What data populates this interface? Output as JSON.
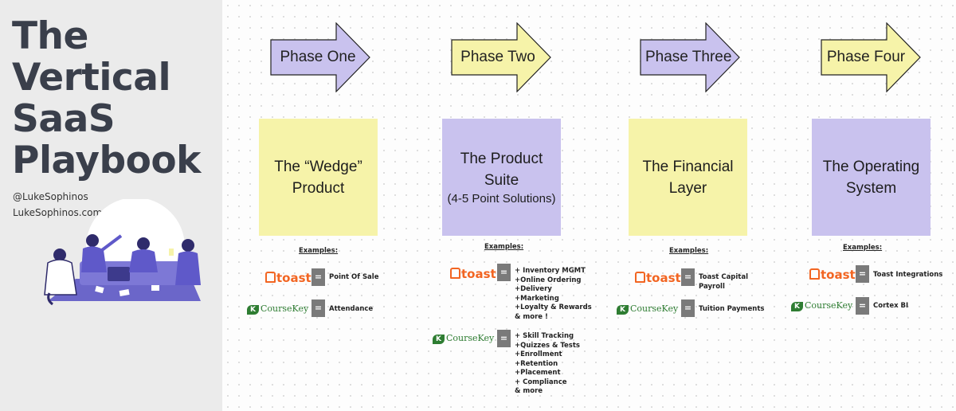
{
  "sidebar": {
    "title_lines": [
      "The",
      "Vertical",
      "SaaS",
      "Playbook"
    ],
    "handle": "@LukeSophinos",
    "website": "LukeSophinos.com"
  },
  "phases": [
    {
      "arrow_label": "Phase One",
      "note_lines": [
        "The “Wedge”",
        "Product"
      ],
      "note_sub": "",
      "examples_label": "Examples:",
      "examples": [
        {
          "logo": "toast",
          "logo_text": "toast",
          "items": [
            "Point Of Sale"
          ]
        },
        {
          "logo": "coursekey",
          "logo_text": "CourseKey",
          "items": [
            "Attendance"
          ]
        }
      ]
    },
    {
      "arrow_label": "Phase Two",
      "note_lines": [
        "The Product",
        "Suite"
      ],
      "note_sub": "(4-5 Point Solutions)",
      "examples_label": "Examples:",
      "examples": [
        {
          "logo": "toast",
          "logo_text": "toast",
          "items": [
            "+ Inventory MGMT",
            "+Online Ordering",
            "+Delivery",
            "+Marketing",
            "+Loyalty & Rewards",
            "& more !"
          ]
        },
        {
          "logo": "coursekey",
          "logo_text": "CourseKey",
          "items": [
            "+ Skill Tracking",
            "+Quizzes & Tests",
            "+Enrollment",
            "+Retention",
            "+Placement",
            "+ Compliance",
            "& more"
          ]
        }
      ]
    },
    {
      "arrow_label": "Phase Three",
      "note_lines": [
        "The Financial",
        "Layer"
      ],
      "note_sub": "",
      "examples_label": "Examples:",
      "examples": [
        {
          "logo": "toast",
          "logo_text": "toast",
          "items": [
            "Toast Capital",
            "Payroll"
          ]
        },
        {
          "logo": "coursekey",
          "logo_text": "CourseKey",
          "items": [
            "Tuition Payments"
          ]
        }
      ]
    },
    {
      "arrow_label": "Phase Four",
      "note_lines": [
        "The Operating",
        "System"
      ],
      "note_sub": "",
      "examples_label": "Examples:",
      "examples": [
        {
          "logo": "toast",
          "logo_text": "toast",
          "items": [
            "Toast Integrations"
          ]
        },
        {
          "logo": "coursekey",
          "logo_text": "CourseKey",
          "items": [
            "Cortex BI"
          ]
        }
      ]
    }
  ],
  "colors": {
    "yellow": "#f6f3a9",
    "purple": "#c9c2ee",
    "toast_orange": "#f26522",
    "coursekey_green": "#2e7d32",
    "title": "#3a3f4b"
  },
  "equals_symbol": "="
}
